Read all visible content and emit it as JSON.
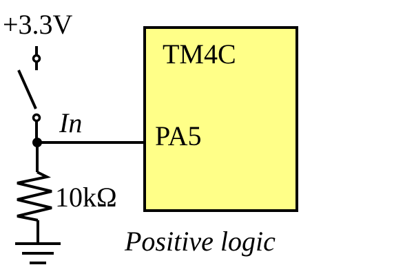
{
  "diagram": {
    "supply_label": "+3.3V",
    "chip_label": "TM4C",
    "pin_label": "PA5",
    "wire_label": "In",
    "resistor_label": "10kΩ",
    "caption": "Positive logic",
    "colors": {
      "chip_fill": "#ffff88",
      "line": "#000000",
      "background": "#ffffff"
    }
  }
}
